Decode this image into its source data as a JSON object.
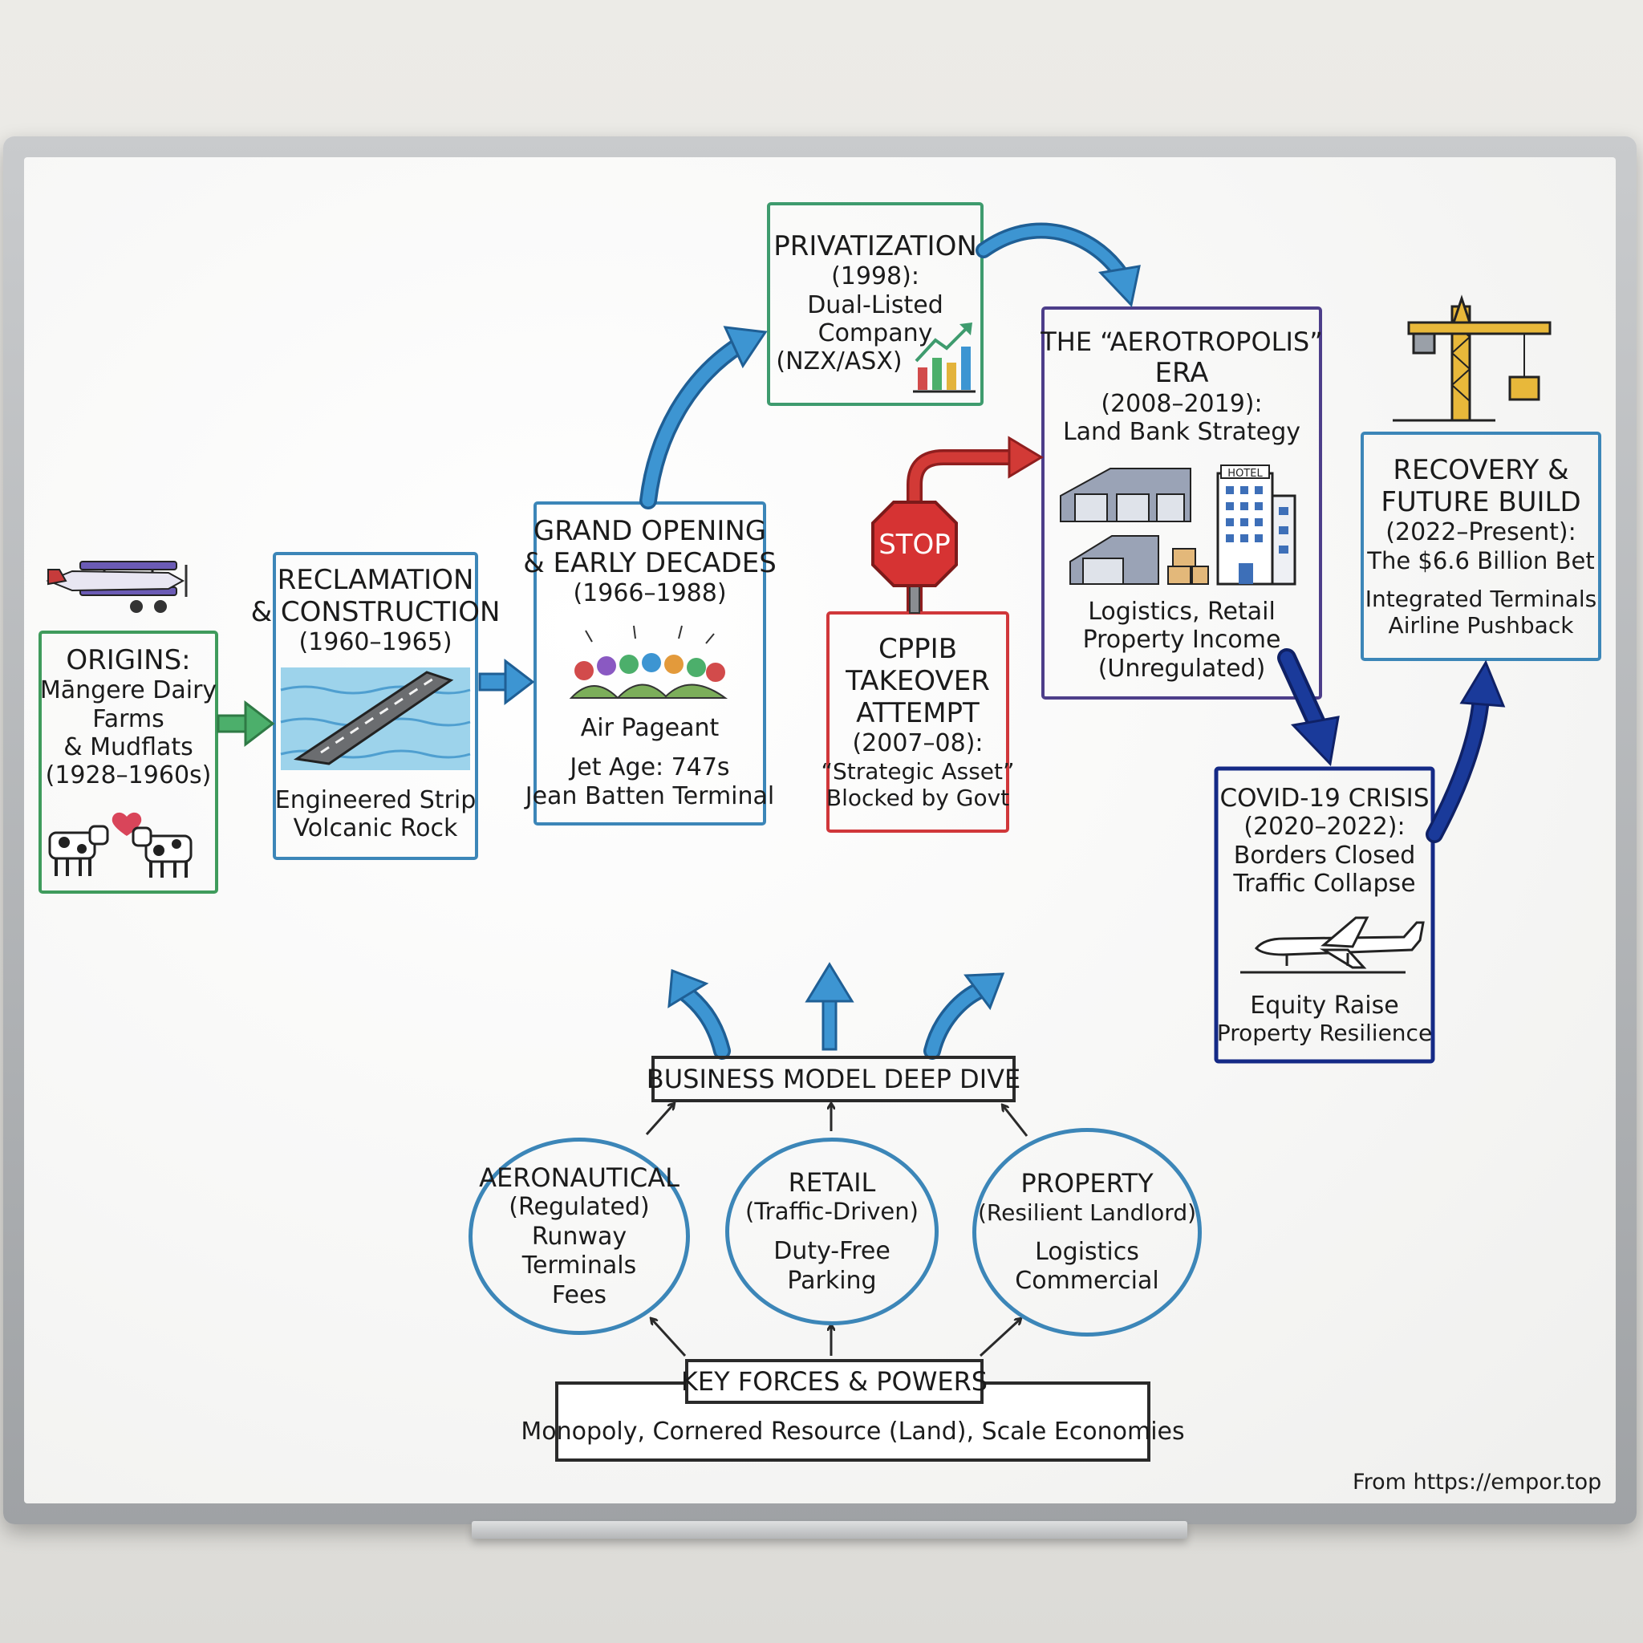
{
  "timeline": {
    "origins": {
      "title": "ORIGINS:",
      "lines": [
        "Māngere Dairy",
        "Farms",
        "& Mudflats",
        "(1928–1960s)"
      ]
    },
    "reclamation": {
      "title_1": "RECLAMATION",
      "title_2": "& CONSTRUCTION",
      "years": "(1960–1965)",
      "lines": [
        "Engineered Strip",
        "Volcanic Rock"
      ]
    },
    "grand_opening": {
      "title_1": "GRAND OPENING",
      "title_2": "& EARLY DECADES",
      "years": "(1966–1988)",
      "lines": [
        "Air Pageant",
        "Jet Age: 747s",
        "Jean Batten Terminal"
      ]
    },
    "privatization": {
      "title": "PRIVATIZATION",
      "years": "(1998):",
      "lines": [
        "Dual-Listed",
        "Company",
        "(NZX/ASX)"
      ]
    },
    "aerotropolis": {
      "title_1": "THE “AEROTROPOLIS”",
      "title_2": "ERA",
      "years": "(2008–2019):",
      "subtitle": "Land Bank Strategy",
      "hotel_sign": "HOTEL",
      "lines": [
        "Logistics, Retail",
        "Property Income",
        "(Unregulated)"
      ]
    },
    "cppib": {
      "stop_sign": "STOP",
      "title_1": "CPPIB",
      "title_2": "TAKEOVER",
      "title_3": "ATTEMPT",
      "years": "(2007–08):",
      "lines": [
        "“Strategic Asset”",
        "Blocked by Govt"
      ]
    },
    "covid": {
      "title": "COVID-19 CRISIS",
      "years": "(2020–2022):",
      "lines": [
        "Borders Closed",
        "Traffic Collapse",
        "Equity Raise",
        "Property Resilience"
      ]
    },
    "recovery": {
      "title_1": "RECOVERY &",
      "title_2": "FUTURE BUILD",
      "years": "(2022–Present):",
      "subtitle": "The $6.6 Billion Bet",
      "lines": [
        "Integrated Terminals",
        "Airline Pushback"
      ]
    }
  },
  "business_model": {
    "header": "BUSINESS MODEL DEEP DIVE",
    "segments": [
      {
        "title": "AERONAUTICAL",
        "qualifier": "(Regulated)",
        "lines": [
          "Runway",
          "Terminals",
          "Fees"
        ]
      },
      {
        "title": "RETAIL",
        "qualifier": "(Traffic-Driven)",
        "lines": [
          "Duty-Free",
          "Parking"
        ]
      },
      {
        "title": "PROPERTY",
        "qualifier": "(Resilient Landlord)",
        "lines": [
          "Logistics",
          "Commercial"
        ]
      }
    ],
    "forces_title": "KEY FORCES & POWERS",
    "forces_detail": "Monopoly, Cornered Resource (Land), Scale Economies"
  },
  "credit": "From https://empor.top",
  "colors": {
    "green": "#3f9b5c",
    "blue": "#3c86b8",
    "teal_green": "#3e9b6e",
    "purple": "#4d3e8a",
    "red": "#d0373a",
    "navy": "#152a86",
    "arrow_blue": "#3d95d2",
    "arrow_navy": "#1a3a9a",
    "arrow_red": "#d23a36"
  },
  "icons": [
    "biplane-icon",
    "cow-icon",
    "heart-icon",
    "runway-icon",
    "crowd-icon",
    "growth-chart-icon",
    "warehouse-icon",
    "hotel-icon",
    "stop-sign-icon",
    "airliner-icon",
    "construction-crane-icon"
  ]
}
